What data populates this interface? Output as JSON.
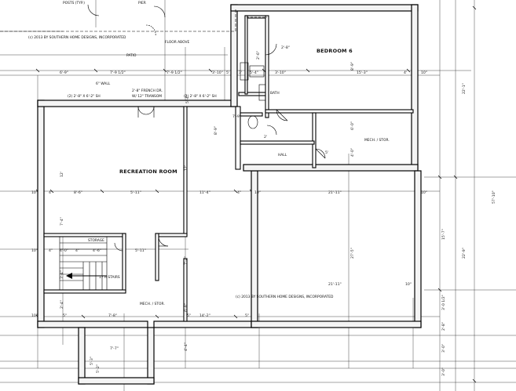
{
  "notes": {
    "copyright_top": "(c) 2013 BY SOUTHERN HOME DESIGNS, INCORPORATED",
    "copyright_mid": "(c) 2013 BY SOUTHERN HOME DESIGNS, INCORPORATED",
    "posts": "POSTS (TYP.)",
    "pier": "PIER",
    "floor_above": "FLOOR ABOVE",
    "wall_6": "6\" WALL",
    "french_dr": "2'-8\" FRENCH DR.",
    "w_transom": "W/ 12\" TRANSOM",
    "window_left": "(2) 2'-8\" X 6'-2\" SH",
    "window_right": "(2) 2'-8\" X 6'-2\" SH",
    "stairs": "17 R STAIRS"
  },
  "rooms": {
    "patio": "PATIO",
    "bedroom": "BEDROOM 6",
    "bath": "BATH",
    "hall": "HALL",
    "mech_stor_right": "MECH. / STOR.",
    "recreation": "RECREATION ROOM",
    "storage": "STORAGE",
    "mech_stor_bottom": "MECH. / STOR."
  },
  "dimensions": {
    "top_row": [
      "6'-9\"",
      "7'-9 1/2\"",
      "7'-9 1/2\"",
      "3'-10\"",
      "5'",
      "3'",
      "5'-4\"",
      "3'-10\"",
      "15'-3\"",
      "4'",
      "10\""
    ],
    "rec_row": [
      "10\"",
      "4\"",
      "8'-6\"",
      "5'-11\"",
      "11'-4\"",
      "4\"",
      "10\"",
      "21'-11\"",
      "10\""
    ],
    "right_col": [
      "22'-1\"",
      "57'-10\"",
      "15'-7\"",
      "22'-9\"",
      "3'-0 1/2\"",
      "2'-8\"",
      "3'-0\"",
      "3'-0\""
    ],
    "bottom_row": [
      "10\"",
      "5\"",
      "7'-8\"",
      "5\"",
      "14'-2\"",
      "5\""
    ],
    "stor_row": [
      "10\"",
      "4\"",
      "4'-0\"",
      "4\"",
      "4'-6\"",
      "5'-11\""
    ],
    "misc": [
      "2'-8\"",
      "7'-7\"",
      "5'",
      "5'-3\"",
      "12'",
      "12'",
      "21'-11\"",
      "27'-5\"",
      "8'-9\"",
      "2'",
      "2'-6\"",
      "7'-9\"",
      "8'-9\"",
      "6'-0\"",
      "4'-0\"",
      "10\"",
      "5'-4\"",
      "3'-4\"",
      "2'-4\"",
      "7'-4\"",
      "5'-2\"",
      "6'-8\"",
      "7'-4\"",
      "4'-4\""
    ]
  }
}
